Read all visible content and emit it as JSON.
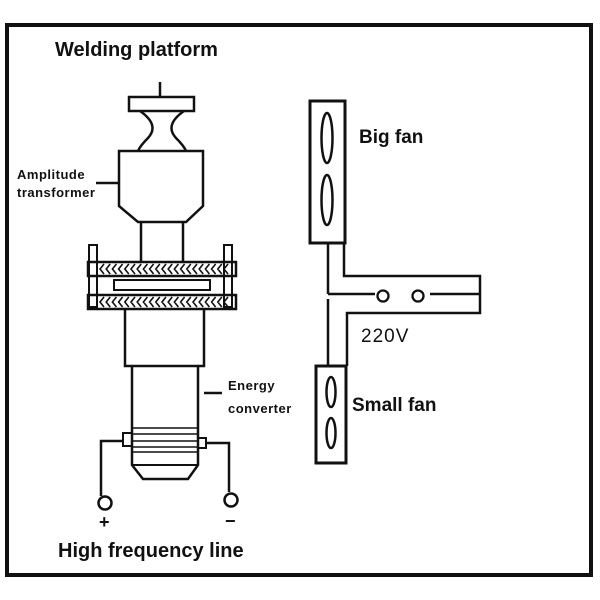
{
  "diagram": {
    "type": "ultrasonic welding machine schematic",
    "labels": {
      "welding_platform": "Welding platform",
      "amplitude_transformer_line1": "Amplitude",
      "amplitude_transformer_line2": "transformer",
      "energy_converter_line1": "Energy",
      "energy_converter_line2": "converter",
      "big_fan": "Big fan",
      "small_fan": "Small fan",
      "voltage": "220V",
      "positive_terminal": "+",
      "negative_terminal": "−",
      "high_frequency_line": "High frequency line"
    },
    "components": [
      {
        "id": "welding-platform",
        "label": "Welding platform"
      },
      {
        "id": "amplitude-transformer",
        "label": "Amplitude transformer"
      },
      {
        "id": "clamp-flange",
        "label": ""
      },
      {
        "id": "energy-converter",
        "label": "Energy converter"
      },
      {
        "id": "high-frequency-terminals",
        "label": "High frequency line"
      },
      {
        "id": "big-fan",
        "label": "Big fan"
      },
      {
        "id": "small-fan",
        "label": "Small fan"
      },
      {
        "id": "power-plug",
        "label": "220V"
      }
    ],
    "colors": {
      "stroke": "#111111",
      "background": "#ffffff"
    }
  }
}
